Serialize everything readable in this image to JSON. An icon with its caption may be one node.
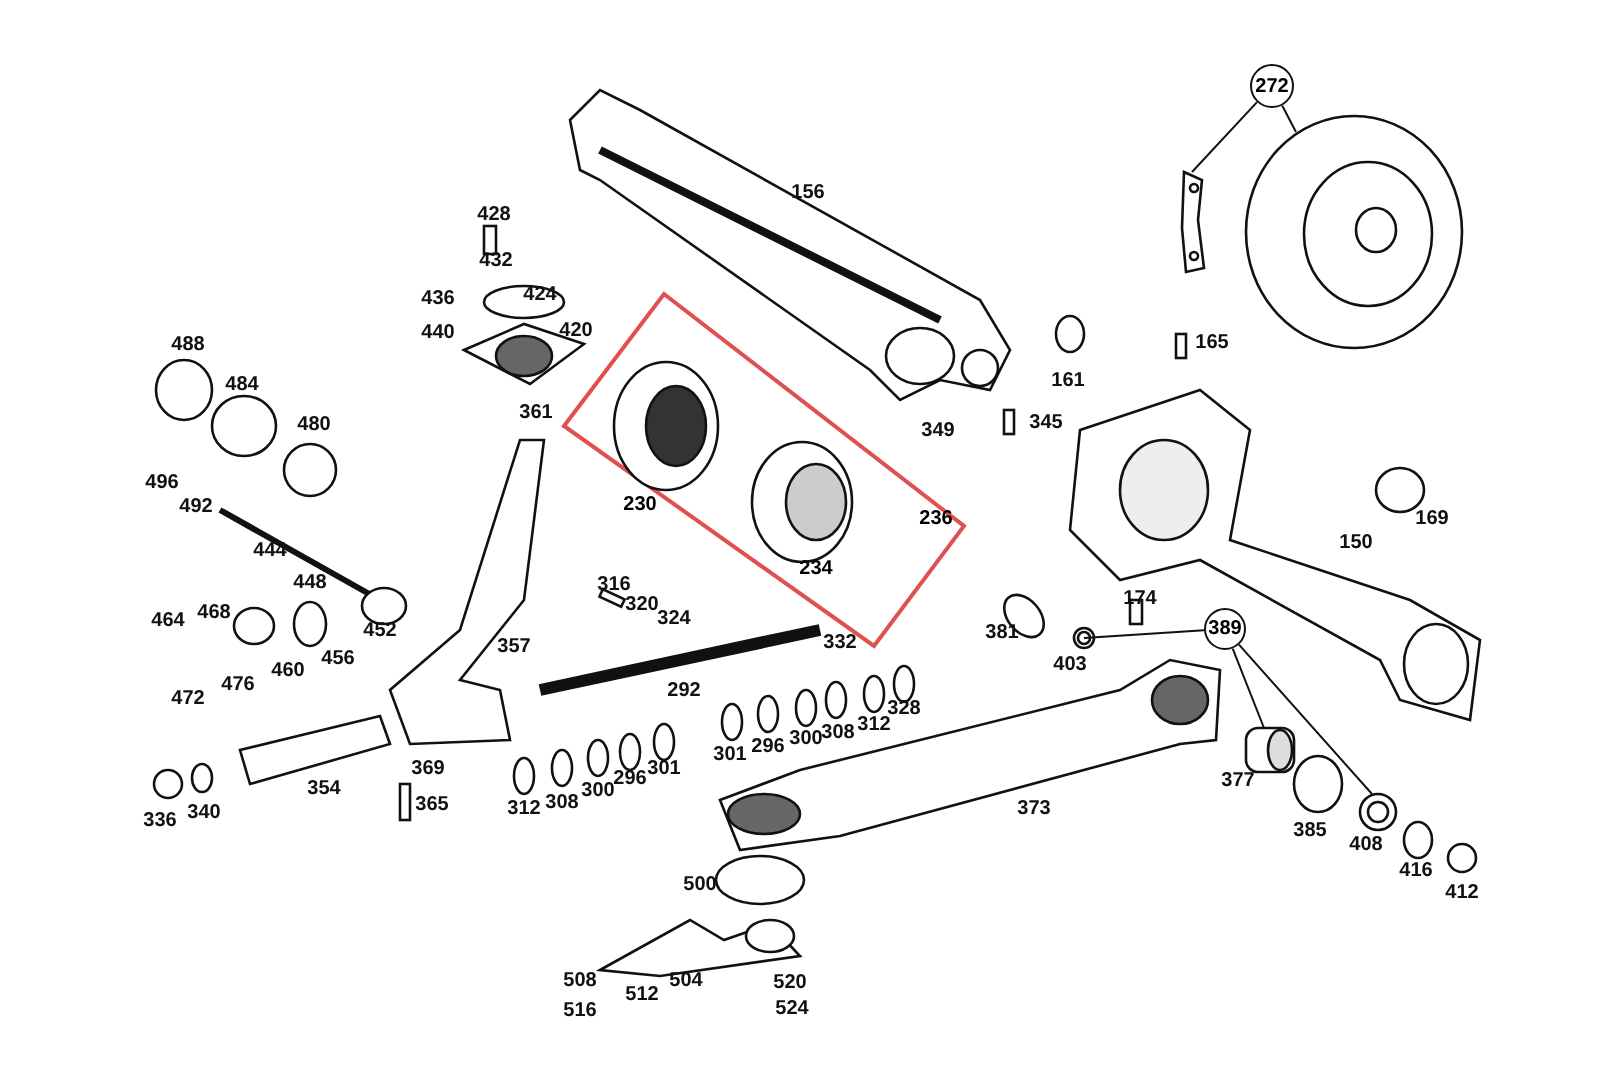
{
  "diagram": {
    "nodes": [
      {
        "text": [
          "272"
        ]
      },
      {
        "text": [],
        "shape": "picture"
      },
      {
        "text": [],
        "shape": "picture"
      },
      {
        "text": [
          "230",
          "236",
          "234"
        ]
      },
      {
        "text": [
          "389"
        ]
      },
      {
        "text": [],
        "shape": "picture"
      },
      {
        "text": [],
        "shape": "picture"
      },
      {
        "text": [],
        "shape": "picture"
      }
    ],
    "edges": [
      {
        "from": 0,
        "to": 1,
        "arrow": "none"
      },
      {
        "from": 0,
        "to": 2,
        "arrow": "none"
      },
      {
        "from": 4,
        "to": 5,
        "arrow": "none"
      },
      {
        "from": 4,
        "to": 6,
        "arrow": "none"
      },
      {
        "from": 4,
        "to": 7,
        "arrow": "none"
      }
    ],
    "labels": [
      "156",
      "428",
      "432",
      "436",
      "424",
      "440",
      "420",
      "488",
      "484",
      "480",
      "361",
      "161",
      "165",
      "349",
      "345",
      "496",
      "492",
      "169",
      "150",
      "444",
      "448",
      "174",
      "452",
      "316",
      "320",
      "324",
      "464",
      "468",
      "381",
      "403",
      "472",
      "476",
      "460",
      "456",
      "357",
      "332",
      "292",
      "328",
      "301",
      "296",
      "300",
      "308",
      "312",
      "369",
      "354",
      "312",
      "308",
      "300",
      "296",
      "301",
      "365",
      "336",
      "340",
      "377",
      "373",
      "385",
      "408",
      "416",
      "412",
      "500",
      "504",
      "508",
      "512",
      "520",
      "516",
      "524"
    ]
  }
}
